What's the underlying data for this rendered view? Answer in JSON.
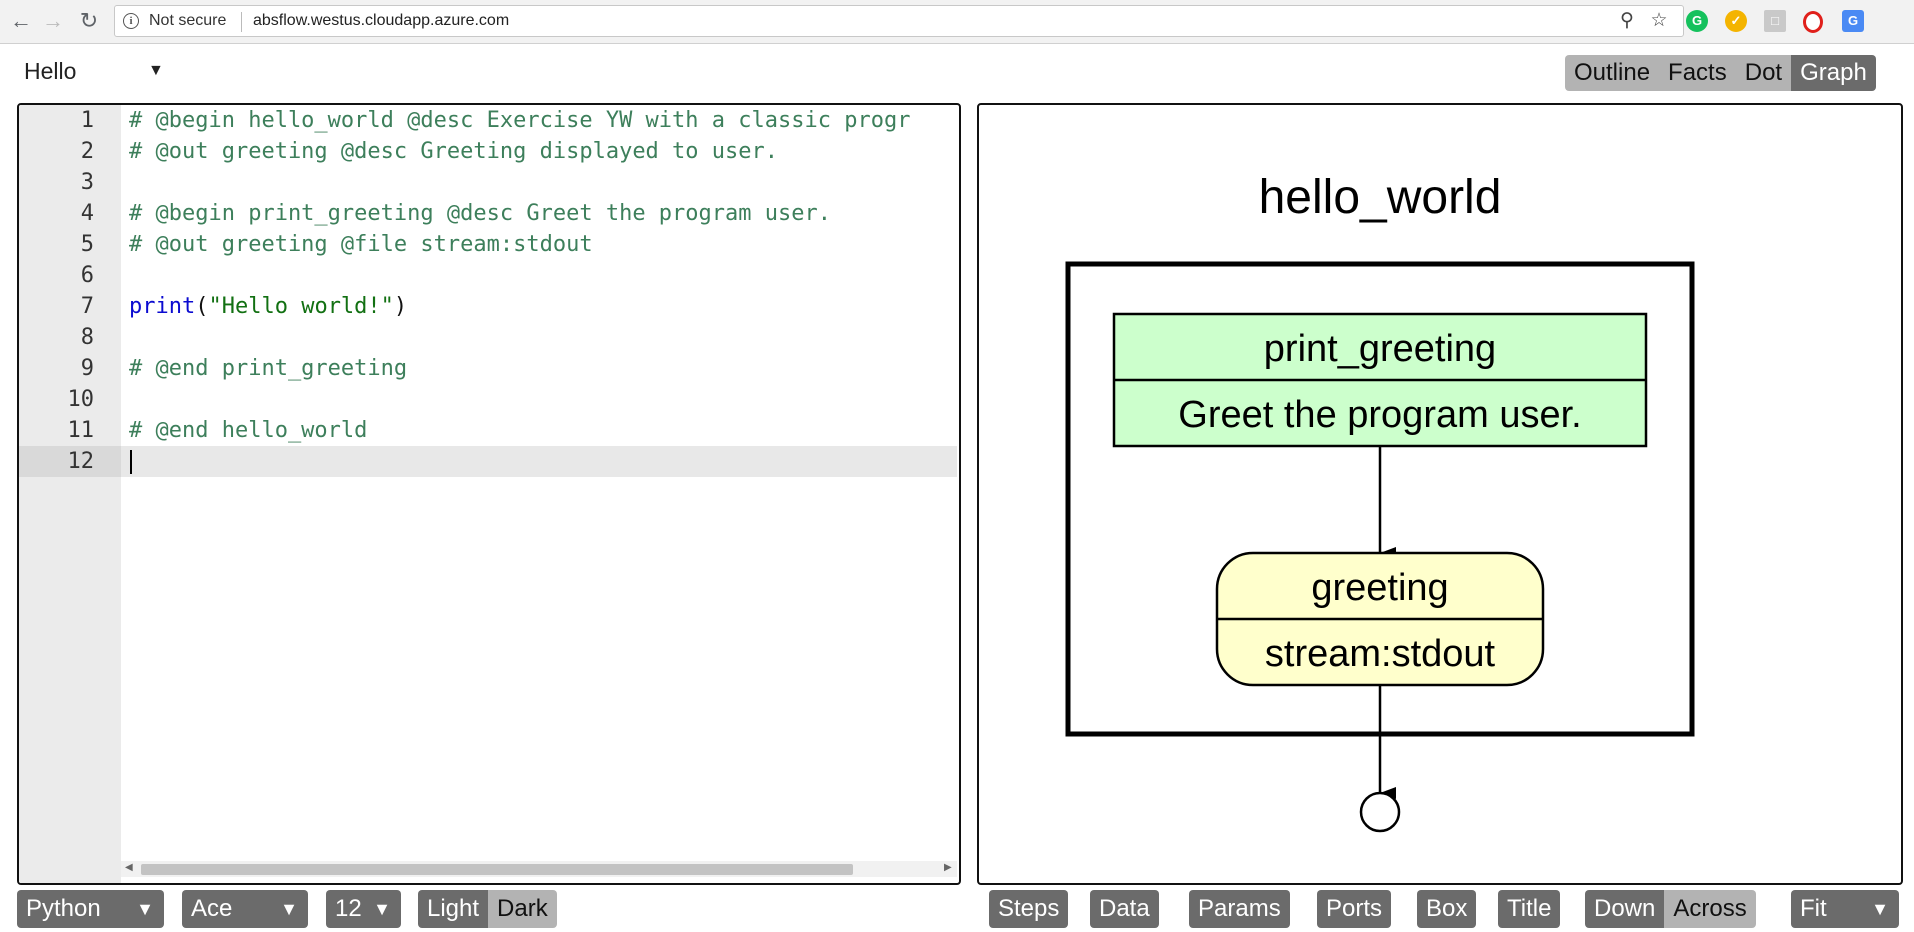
{
  "browser": {
    "security_label": "Not secure",
    "url": "absflow.westus.cloudapp.azure.com"
  },
  "app": {
    "workflow_selected": "Hello",
    "view_tabs": [
      "Outline",
      "Facts",
      "Dot",
      "Graph"
    ],
    "active_view": "Graph"
  },
  "editor": {
    "lines": [
      {
        "num": "1",
        "text": "# @begin hello_world @desc Exercise YW with a classic progr",
        "kind": "comment"
      },
      {
        "num": "2",
        "text": "# @out greeting @desc Greeting displayed to user.",
        "kind": "comment"
      },
      {
        "num": "3",
        "text": "",
        "kind": "blank"
      },
      {
        "num": "4",
        "text": "# @begin print_greeting @desc Greet the program user.",
        "kind": "comment"
      },
      {
        "num": "5",
        "text": "# @out greeting @file stream:stdout",
        "kind": "comment"
      },
      {
        "num": "6",
        "text": "",
        "kind": "blank"
      },
      {
        "num": "7",
        "fn": "print",
        "open": "(",
        "str": "\"Hello world!\"",
        "close": ")",
        "kind": "call"
      },
      {
        "num": "8",
        "text": "",
        "kind": "blank"
      },
      {
        "num": "9",
        "text": "# @end print_greeting",
        "kind": "comment"
      },
      {
        "num": "10",
        "text": "",
        "kind": "blank"
      },
      {
        "num": "11",
        "text": "# @end hello_world",
        "kind": "comment"
      },
      {
        "num": "12",
        "text": "",
        "kind": "blank"
      }
    ],
    "active_line": 12
  },
  "graph": {
    "title": "hello_world",
    "step": {
      "name": "print_greeting",
      "desc": "Greet the program user.",
      "fill": "#ccffcc"
    },
    "data": {
      "name": "greeting",
      "desc": "stream:stdout",
      "fill": "#ffffcc"
    }
  },
  "bottom_left": {
    "language": "Python",
    "editor_mode": "Ace",
    "font_size": "12",
    "theme_options": [
      "Light",
      "Dark"
    ],
    "theme_selected": "Light"
  },
  "bottom_right": {
    "toggles": [
      "Steps",
      "Data",
      "Params",
      "Ports",
      "Box",
      "Title"
    ],
    "direction_options": [
      "Down",
      "Across"
    ],
    "direction_selected": "Down",
    "zoom": "Fit"
  },
  "colors": {
    "button_dark": "#6b6b6b",
    "button_light": "#b3b3b3",
    "comment": "#3d7f5b",
    "keyword_fn": "#0b0bd0",
    "string": "#127012"
  }
}
